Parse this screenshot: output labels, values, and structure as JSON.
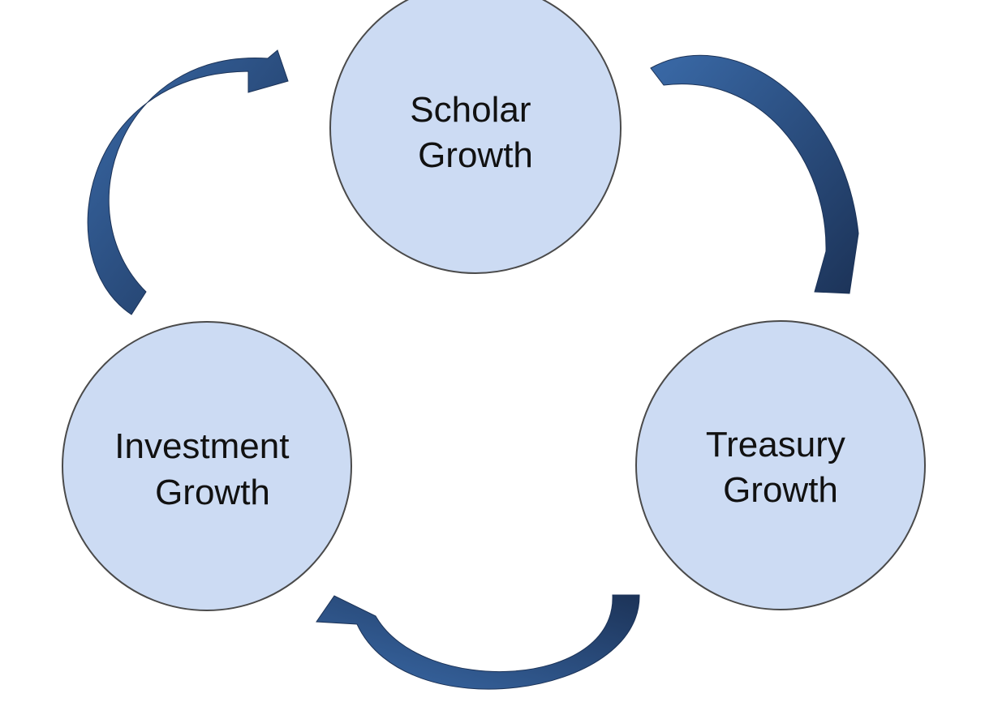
{
  "diagram": {
    "type": "cycle",
    "nodes": [
      {
        "id": "scholar",
        "line1": "Scholar",
        "line2": "Growth"
      },
      {
        "id": "treasury",
        "line1": "Treasury",
        "line2": "Growth"
      },
      {
        "id": "investment",
        "line1": "Investment",
        "line2": "Growth"
      }
    ],
    "edges": [
      {
        "from": "scholar",
        "to": "treasury"
      },
      {
        "from": "treasury",
        "to": "investment"
      },
      {
        "from": "investment",
        "to": "scholar"
      }
    ],
    "colors": {
      "node_fill": "#ccdbf3",
      "node_stroke": "#4a4a4a",
      "arrow_fill_light": "#3a6aa8",
      "arrow_fill_dark": "#1c3358",
      "text": "#111111"
    }
  }
}
